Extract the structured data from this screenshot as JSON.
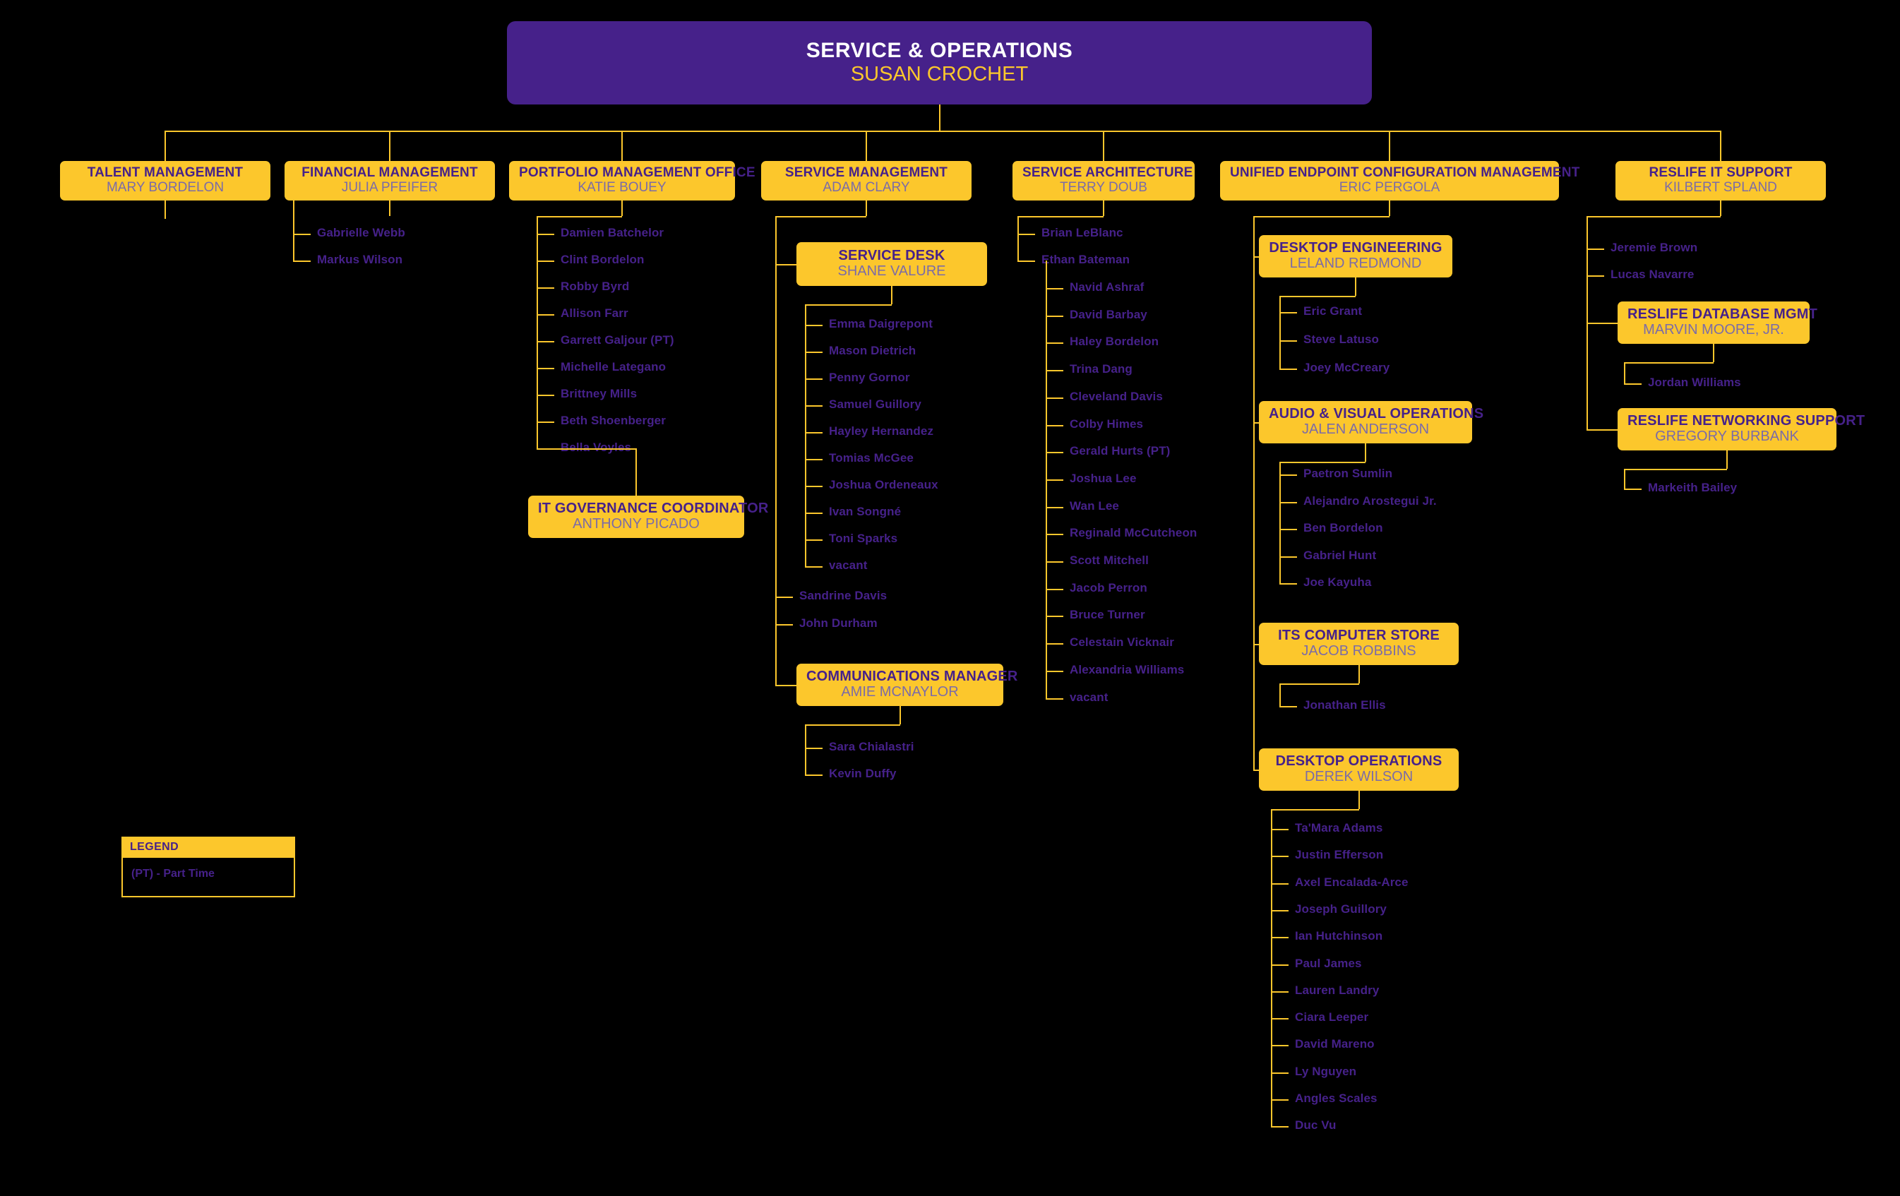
{
  "root": {
    "title": "SERVICE & OPERATIONS",
    "person": "SUSAN CROCHET"
  },
  "colors": {
    "background": "#000000",
    "box_fill": "#FCC72C",
    "root_fill": "#46218A",
    "title_text": "#46218A",
    "person_text": "#7B6BA8",
    "root_title_text": "#FFFFFF",
    "root_person_text": "#FCC72C",
    "connector": "#FCC72C",
    "leaf_text": "#46218A"
  },
  "legend": {
    "heading": "LEGEND",
    "entry": "(PT) - Part Time"
  },
  "divisions": {
    "talent_management": {
      "title": "TALENT MANAGEMENT",
      "person": "MARY BORDELON",
      "members": [
        "Gabrielle Webb",
        "Markus Wilson"
      ]
    },
    "financial_management": {
      "title": "FINANCIAL MANAGEMENT",
      "person": "JULIA PFEIFER",
      "members": []
    },
    "portfolio_management_office": {
      "title": "PORTFOLIO MANAGEMENT OFFICE",
      "person": "KATIE BOUEY",
      "members": [
        "Damien Batchelor",
        "Clint Bordelon",
        "Robby Byrd",
        "Allison Farr",
        "Garrett Galjour (PT)",
        "Michelle Lategano",
        "Brittney Mills",
        "Beth Shoenberger",
        "Bella Voyles"
      ],
      "sub_unit": {
        "title": "IT GOVERNANCE COORDINATOR",
        "person": "ANTHONY PICADO",
        "members": []
      }
    },
    "service_management": {
      "title": "SERVICE MANAGEMENT",
      "person": "ADAM CLARY",
      "direct_members": [
        "Sandrine Davis",
        "John Durham"
      ],
      "service_desk": {
        "title": "SERVICE DESK",
        "person": "SHANE VALURE",
        "members": [
          "Emma Daigrepont",
          "Mason Dietrich",
          "Penny Gornor",
          "Samuel Guillory",
          "Hayley Hernandez",
          "Tomias McGee",
          "Joshua Ordeneaux",
          "Ivan Songné",
          "Toni Sparks",
          "vacant"
        ]
      },
      "communications_manager": {
        "title": "COMMUNICATIONS MANAGER",
        "person": "AMIE MCNAYLOR",
        "members": [
          "Sara Chialastri",
          "Kevin Duffy"
        ]
      }
    },
    "service_architecture": {
      "title": "SERVICE ARCHITECTURE",
      "person": "TERRY DOUB",
      "direct_members": [
        "Brian LeBlanc",
        "Ethan Bateman"
      ],
      "bateman_team": [
        "Navid Ashraf",
        "David Barbay",
        "Haley Bordelon",
        "Trina Dang",
        "Cleveland Davis",
        "Colby Himes",
        "Gerald Hurts (PT)",
        "Joshua Lee",
        "Wan Lee",
        "Reginald McCutcheon",
        "Scott Mitchell",
        "Jacob Perron",
        "Bruce Turner",
        "Celestain Vicknair",
        "Alexandria Williams",
        "vacant"
      ]
    },
    "unified_endpoint_configuration_management": {
      "title": "UNIFIED ENDPOINT CONFIGURATION MANAGEMENT",
      "person": "ERIC PERGOLA",
      "sub_units": [
        {
          "title": "DESKTOP ENGINEERING",
          "person": "LELAND REDMOND",
          "members": [
            "Eric Grant",
            "Steve Latuso",
            "Joey McCreary"
          ]
        },
        {
          "title": "AUDIO & VISUAL OPERATIONS",
          "person": "JALEN ANDERSON",
          "members": [
            "Paetron Sumlin",
            "Alejandro Arostegui Jr.",
            "Ben Bordelon",
            "Gabriel Hunt",
            "Joe Kayuha"
          ]
        },
        {
          "title": "ITS COMPUTER STORE",
          "person": "JACOB ROBBINS",
          "members": [
            "Jonathan Ellis"
          ]
        },
        {
          "title": "DESKTOP OPERATIONS",
          "person": "DEREK WILSON",
          "members": [
            "Ta'Mara Adams",
            "Justin Efferson",
            "Axel Encalada-Arce",
            "Joseph Guillory",
            "Ian Hutchinson",
            "Paul James",
            "Lauren Landry",
            "Ciara Leeper",
            "David Mareno",
            "Ly Nguyen",
            "Angles Scales",
            "Duc Vu"
          ]
        }
      ]
    },
    "reslife_it_support": {
      "title": "RESLIFE IT SUPPORT",
      "person": "KILBERT SPLAND",
      "direct_members": [
        "Jeremie Brown",
        "Lucas Navarre"
      ],
      "sub_units": [
        {
          "title": "RESLIFE DATABASE MGMT",
          "person": "MARVIN MOORE, JR.",
          "members": [
            "Jordan Williams"
          ]
        },
        {
          "title": "RESLIFE NETWORKING SUPPORT",
          "person": "GREGORY BURBANK",
          "members": [
            "Markeith Bailey"
          ]
        }
      ]
    }
  }
}
